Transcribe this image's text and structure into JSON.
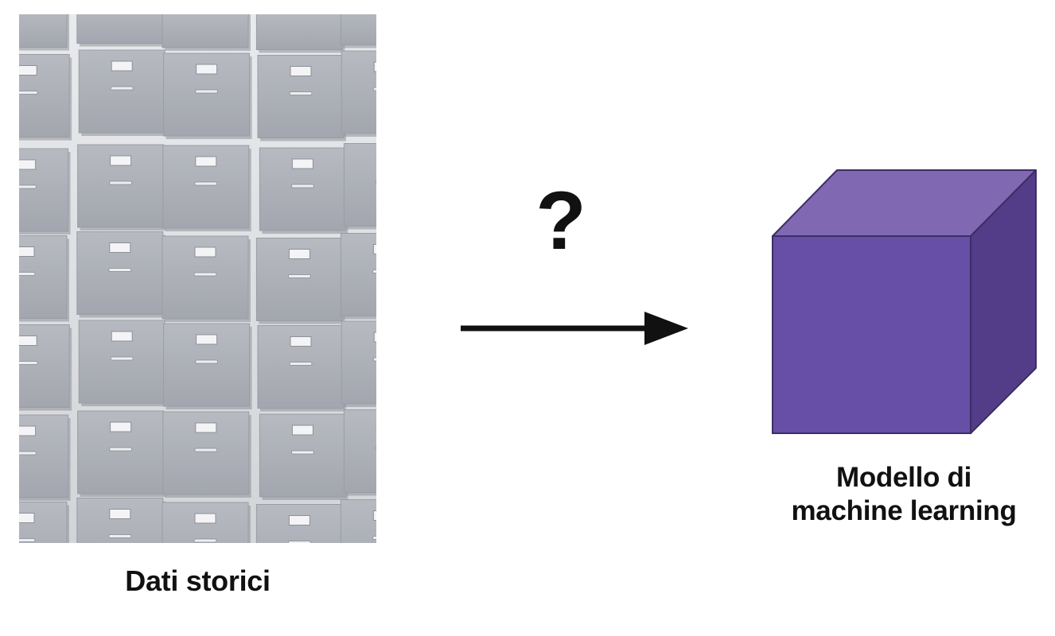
{
  "diagram": {
    "left_caption": "Dati storici",
    "connector_mark": "?",
    "right_caption_line1": "Modello di",
    "right_caption_line2": "machine learning",
    "icons": {
      "left": "file-cabinet-drawers-photo",
      "middle": "arrow-right-icon",
      "right": "cube-icon"
    },
    "colors": {
      "cube_front": "#674ea7",
      "cube_top": "#8068b3",
      "cube_side": "#533d88",
      "cabinet_drawer": "#aeb1b9",
      "arrow": "#111111"
    }
  }
}
